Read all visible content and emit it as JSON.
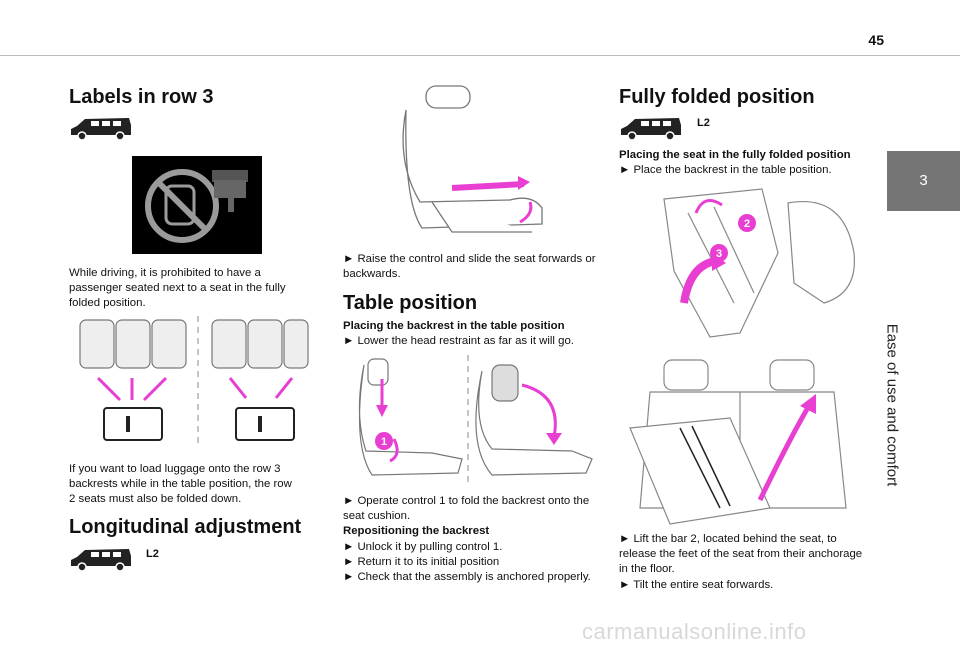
{
  "page_number": "45",
  "chapter_tab": "3",
  "chapter_title": "Ease of use and comfort",
  "col1": {
    "heading1": "Labels in row 3",
    "para1": "While driving, it is prohibited to have a passenger seated next to a seat in the fully folded position.",
    "para2": "If you want to load luggage onto the row 3 backrests while in the table position, the row 2 seats must also be folded down.",
    "heading2": "Longitudinal adjustment",
    "badge": "L2"
  },
  "col2": {
    "para1": "► Raise the control and slide the seat forwards or backwards.",
    "heading": "Table position",
    "sub1": "Placing the backrest in the table position",
    "step1": "► Lower the head restraint as far as it will go.",
    "step2": "► Operate control 1 to fold the backrest onto the seat cushion.",
    "sub2": "Repositioning the backrest",
    "step3": "► Unlock it by pulling control 1.",
    "step4": "► Return it to its initial position",
    "step5": "► Check that the assembly is anchored properly.",
    "callout1": "1"
  },
  "col3": {
    "heading": "Fully folded position",
    "badge": "L2",
    "sub1": "Placing the seat in the fully folded position",
    "step1": "► Place the backrest in the table position.",
    "step2": "► Lift the bar 2, located behind the seat, to release the feet of the seat from their anchorage in the floor.",
    "step3": "► Tilt the entire seat forwards.",
    "callout2": "2",
    "callout3": "3"
  },
  "colors": {
    "accent": "#e83fd2",
    "tab": "#757575"
  },
  "footer_watermark": "carmanualsonline.info"
}
